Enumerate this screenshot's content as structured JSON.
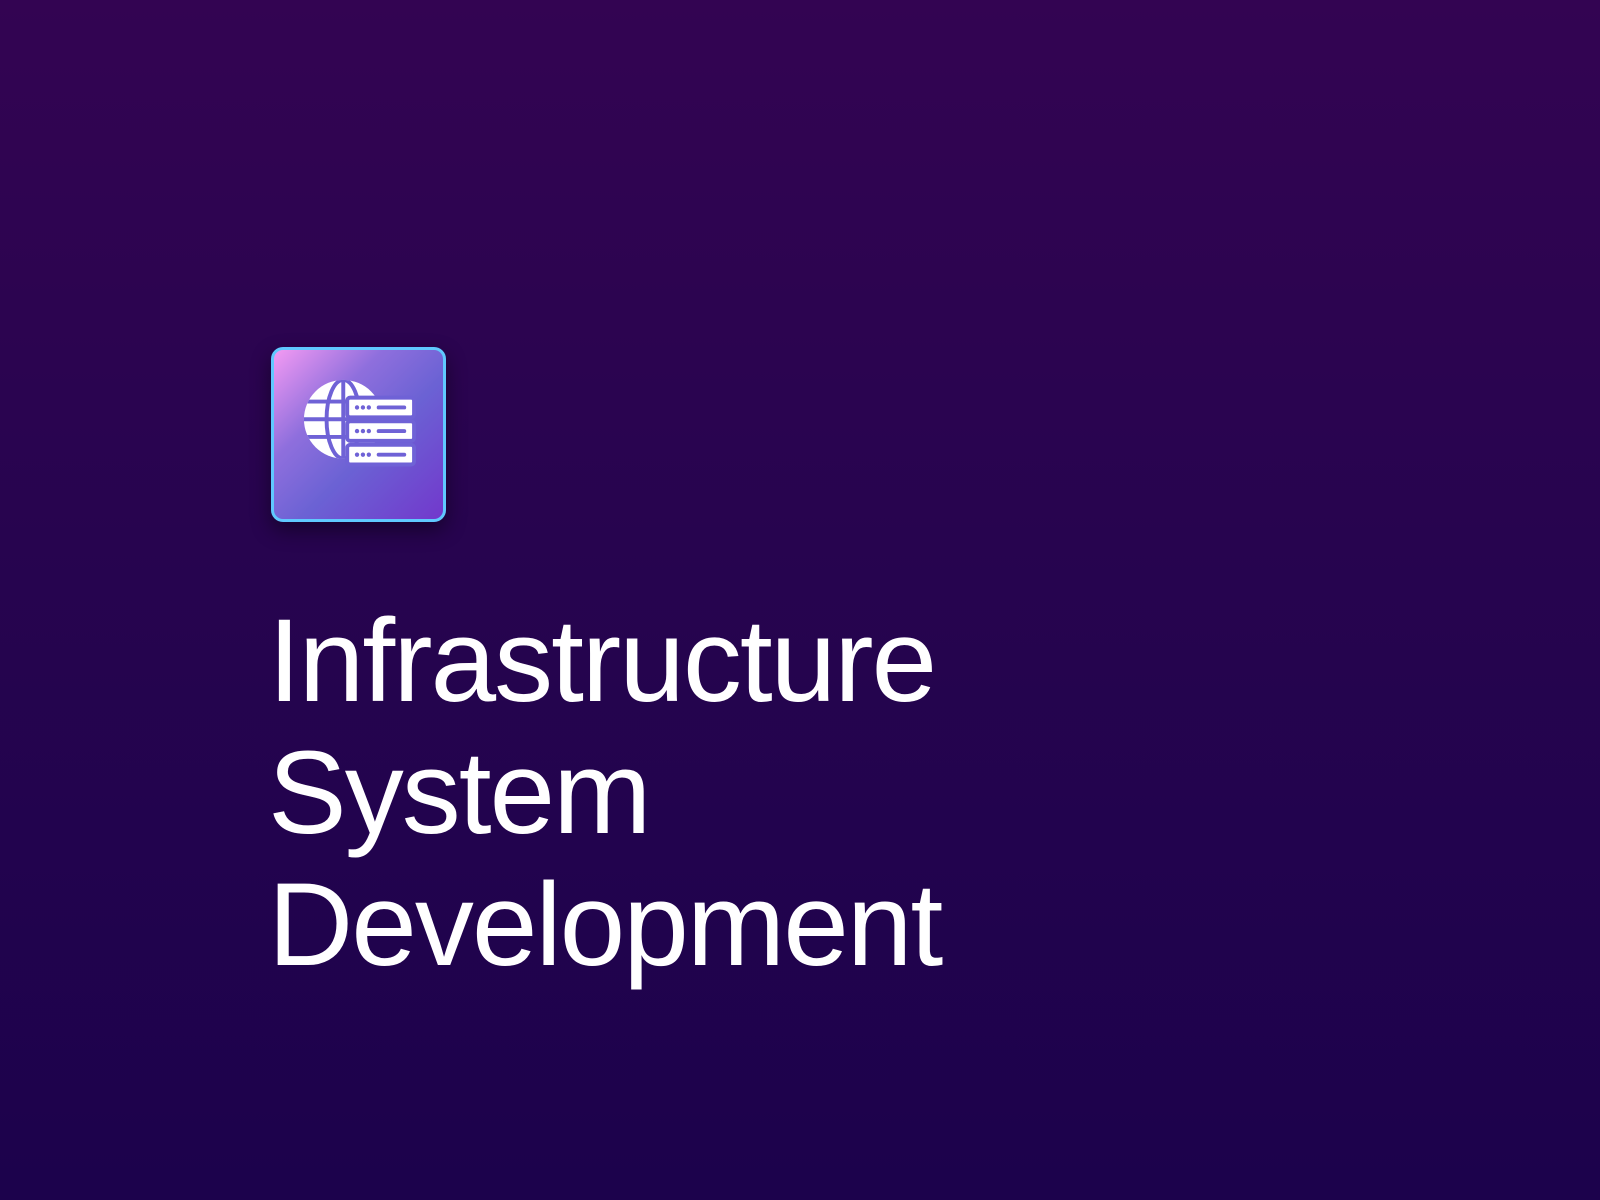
{
  "title": {
    "lines": [
      "Infrastructure",
      "System",
      "Development"
    ]
  },
  "app_icon": {
    "icon": "globe-server-icon"
  },
  "colors": {
    "background_top": "#330452",
    "background_bottom": "#1c024c",
    "icon_border": "#60c9ff",
    "icon_gradient_start": "#f39af3",
    "icon_gradient_mid": "#6b62d4",
    "icon_gradient_end": "#7238cc",
    "title_text": "#ffffff"
  }
}
